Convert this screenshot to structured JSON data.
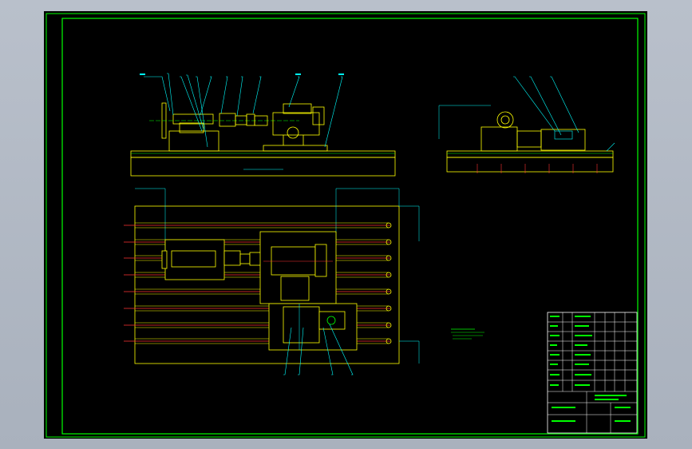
{
  "drawing": {
    "title": "",
    "notes": [],
    "colors": {
      "frame": "#00ff00",
      "geometry": "#ffff00",
      "leaders": "#00ffff",
      "centerlines": "#ff3333",
      "background": "#000000",
      "window": "#aeb6c2"
    },
    "views": [
      "front-elevation",
      "side-elevation",
      "plan-view",
      "title-block"
    ]
  }
}
